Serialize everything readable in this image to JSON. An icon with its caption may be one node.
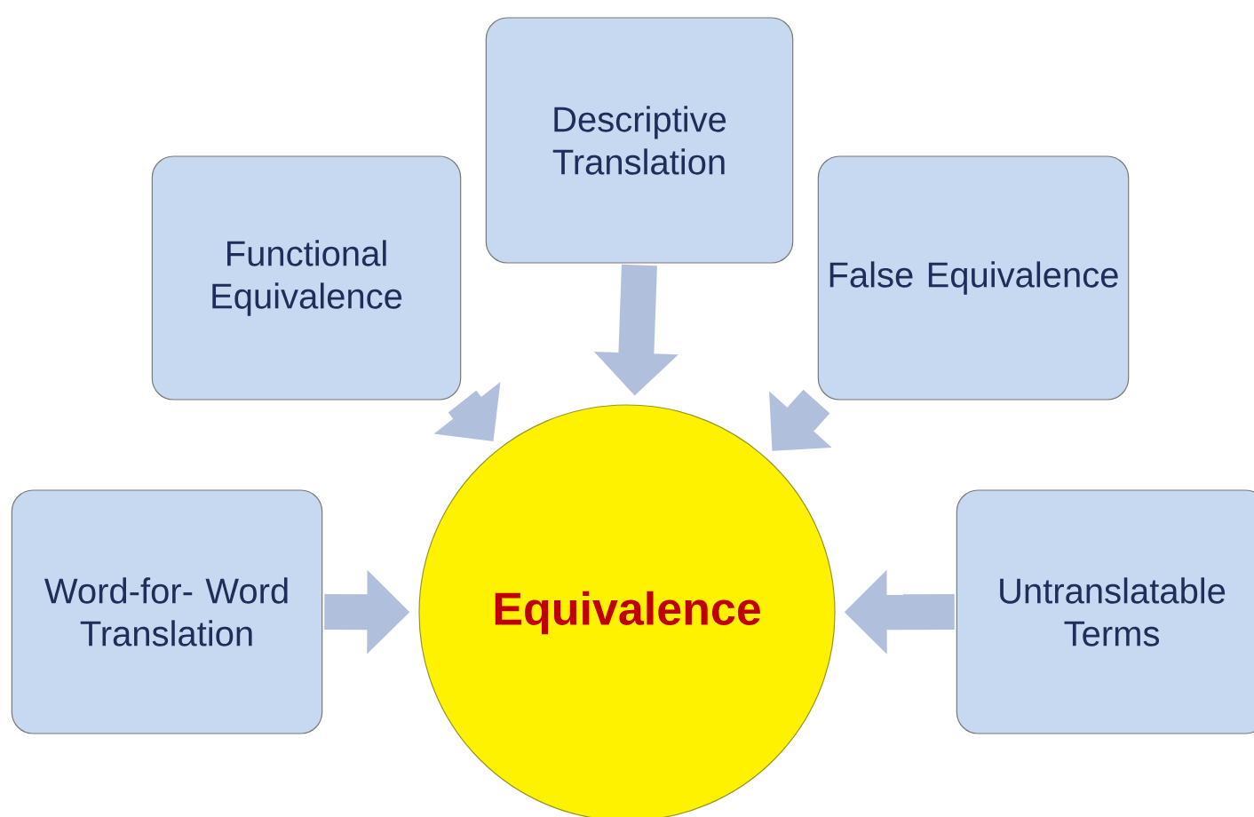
{
  "diagram": {
    "nodes": [
      {
        "text": [
          "Descriptive Translation"
        ]
      },
      {
        "text": [
          "Functional Equivalence"
        ]
      },
      {
        "text": [
          "False Equivalence"
        ]
      },
      {
        "text": [
          "Word-for- Word Translation"
        ]
      },
      {
        "text": [
          "Equivalence"
        ]
      },
      {
        "text": [
          "Untranslatable Terms"
        ]
      }
    ],
    "edges": [
      {
        "from": 0,
        "to": 4,
        "arrow": "to"
      },
      {
        "from": 1,
        "to": 4,
        "arrow": "to"
      },
      {
        "from": 2,
        "to": 4,
        "arrow": "to"
      },
      {
        "from": 3,
        "to": 4,
        "arrow": "to"
      },
      {
        "from": 5,
        "to": 4,
        "arrow": "to"
      }
    ]
  }
}
